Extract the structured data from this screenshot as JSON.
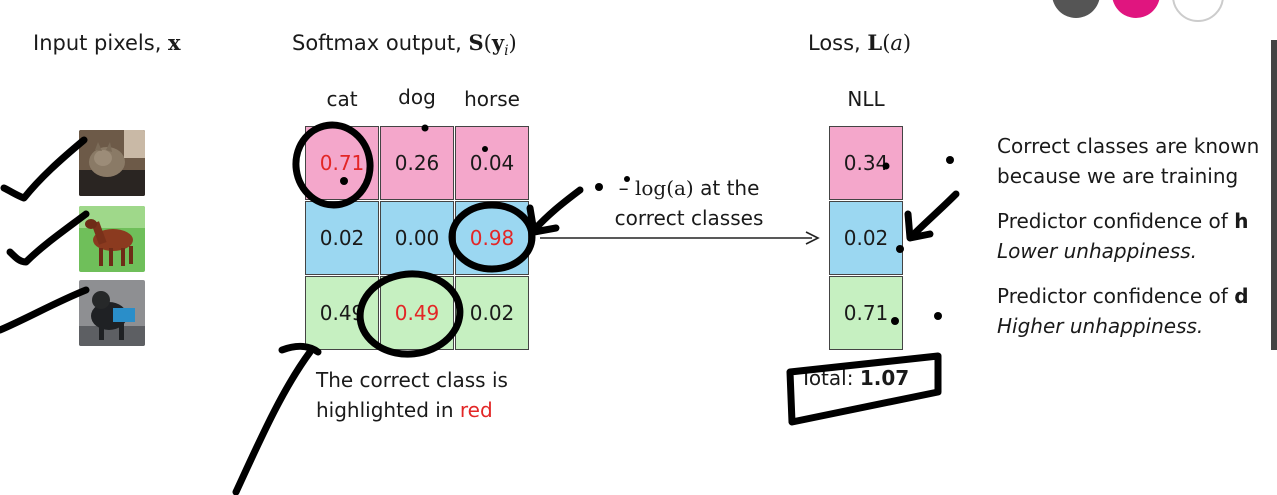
{
  "headers": {
    "input": {
      "text": "Input pixels, ",
      "math": "x"
    },
    "softmax": {
      "text": "Softmax output, ",
      "math_b1": "S",
      "math_r1": "(",
      "math_b2": "y",
      "math_i": "i",
      "math_r2": ")"
    },
    "loss": {
      "text": "Loss, ",
      "math_b": "L",
      "math_r1": "(",
      "math_i": "a",
      "math_r2": ")"
    }
  },
  "softmax": {
    "classes": [
      "cat",
      "dog",
      "horse"
    ],
    "rows": [
      {
        "values": [
          "0.71",
          "0.26",
          "0.04"
        ],
        "correct_index": 0
      },
      {
        "values": [
          "0.02",
          "0.00",
          "0.98"
        ],
        "correct_index": 2
      },
      {
        "values": [
          "0.49",
          "0.49",
          "0.02"
        ],
        "correct_index": 1
      }
    ],
    "row_colors": [
      "#f4a7cb",
      "#9bd7f1",
      "#c6f0c1"
    ],
    "highlight_color": "#e32626"
  },
  "arrow_label": {
    "line1_pre": "– ",
    "line1_math": "log(a)",
    "line1_post": " at the",
    "line2": "correct classes"
  },
  "caption": {
    "line1": "The correct class is",
    "line2_pre": "highlighted in ",
    "line2_red": "red"
  },
  "loss": {
    "header": "NLL",
    "values": [
      "0.34",
      "0.02",
      "0.71"
    ],
    "total_label": "Total: ",
    "total_value": "1.07"
  },
  "notes": {
    "n1_line1": "Correct classes are known",
    "n1_line2": "because we are training",
    "n2_pre": "Predictor confidence of ",
    "n2_bold": "h",
    "n2_line2": "Lower unhappiness.",
    "n3_pre": "Predictor confidence of ",
    "n3_bold": "d",
    "n3_line2": "Higher unhappiness."
  },
  "ink_color": "#000000"
}
